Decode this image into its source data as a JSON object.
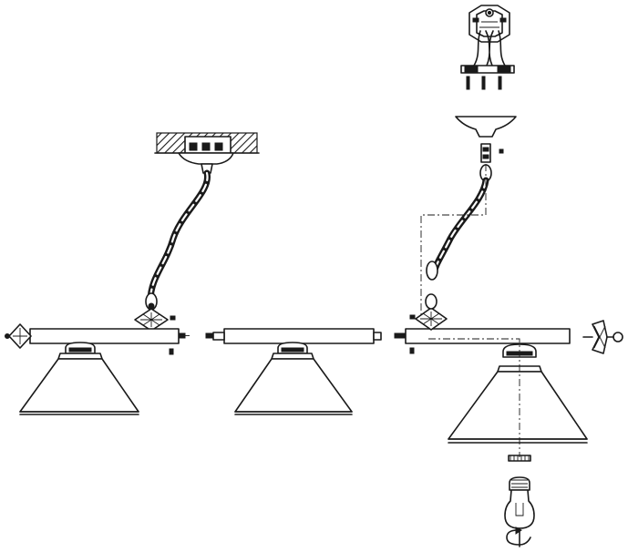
{
  "figure": {
    "kind": "exploded assembly line drawing",
    "components": [
      "ceiling-canopy-assembled",
      "chain-assembled",
      "crossbar-left",
      "crossbar-middle",
      "crossbar-right",
      "lamp-shade-left",
      "lamp-shade-middle",
      "lamp-shade-right-exploded",
      "mounting-bracket",
      "canopy-exploded",
      "chain-exploded",
      "light-bulb"
    ],
    "icons": [
      "hatched-ceiling",
      "screw",
      "diamond-connector",
      "end-finial",
      "light-bulb-icon",
      "rotation-arrow-icon"
    ]
  }
}
